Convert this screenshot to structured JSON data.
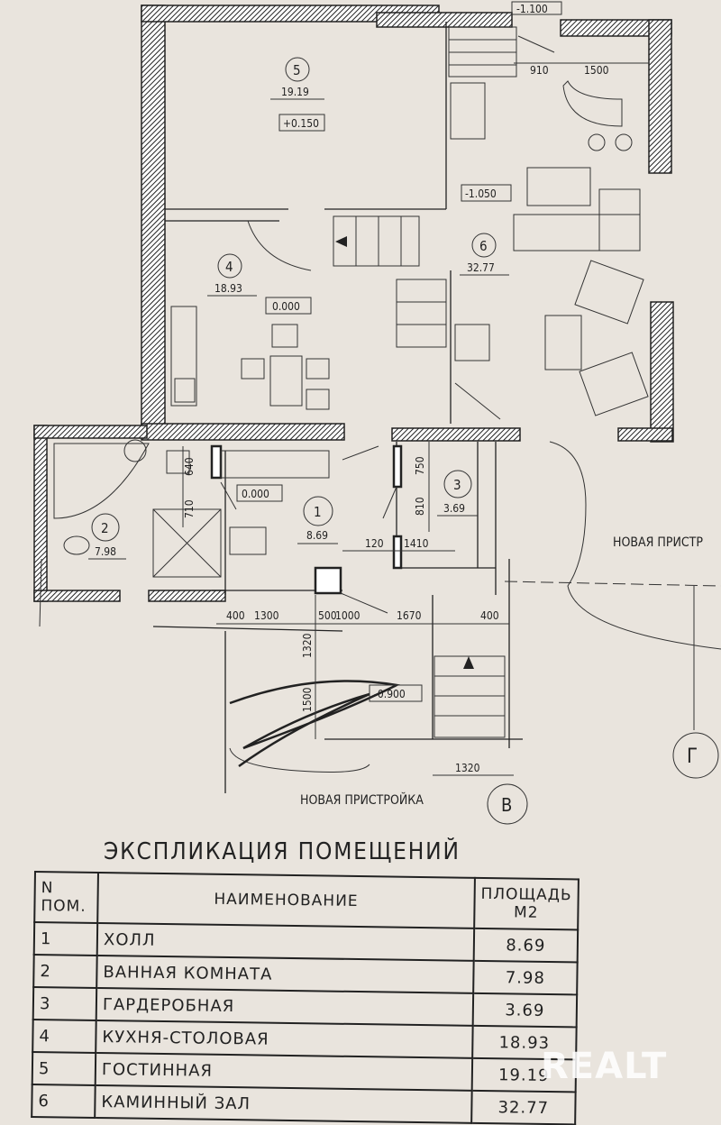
{
  "plan": {
    "levels": {
      "top_entry": "-1.100",
      "living": "+0.150",
      "fireplace": "-1.050",
      "kitchen": "0.000",
      "hall": "0.000",
      "porch": "-0.900"
    },
    "rooms": [
      {
        "number": "1",
        "area": "8.69"
      },
      {
        "number": "2",
        "area": "7.98"
      },
      {
        "number": "3",
        "area": "3.69"
      },
      {
        "number": "4",
        "area": "18.93"
      },
      {
        "number": "5",
        "area": "19.19"
      },
      {
        "number": "6",
        "area": "32.77"
      }
    ],
    "dimensions": {
      "top_910": "910",
      "top_1500": "1500",
      "bath_640": "640",
      "bath_710": "710",
      "closet_750": "750",
      "closet_810": "810",
      "closet_120": "120",
      "closet_1410": "1410",
      "bottom": [
        "400",
        "1300",
        "500",
        "1000",
        "1670",
        "400"
      ],
      "porch_1320_v": "1320",
      "porch_1500": "1500",
      "porch_1320_h": "1320"
    },
    "annotations": {
      "new_extension_bottom": "НОВАЯ ПРИСТРОЙКА",
      "new_extension_right": "НОВАЯ ПРИСТР",
      "axis_b": "В",
      "axis_g": "Г"
    }
  },
  "legend": {
    "title": "ЭКСПЛИКАЦИЯ ПОМЕЩЕНИЙ",
    "headers": {
      "number": "N ПОМ.",
      "name": "НАИМЕНОВАНИЕ",
      "area": "ПЛОЩАДЬ М2"
    },
    "rows": [
      {
        "number": "1",
        "name": "ХОЛЛ",
        "area": "8.69"
      },
      {
        "number": "2",
        "name": "ВАННАЯ КОМНАТА",
        "area": "7.98"
      },
      {
        "number": "3",
        "name": "ГАРДЕРОБНАЯ",
        "area": "3.69"
      },
      {
        "number": "4",
        "name": "КУХНЯ-СТОЛОВАЯ",
        "area": "18.93"
      },
      {
        "number": "5",
        "name": "ГОСТИННАЯ",
        "area": "19.19"
      },
      {
        "number": "6",
        "name": "КАМИННЫЙ ЗАЛ",
        "area": "32.77"
      }
    ]
  },
  "watermark": "REALT"
}
